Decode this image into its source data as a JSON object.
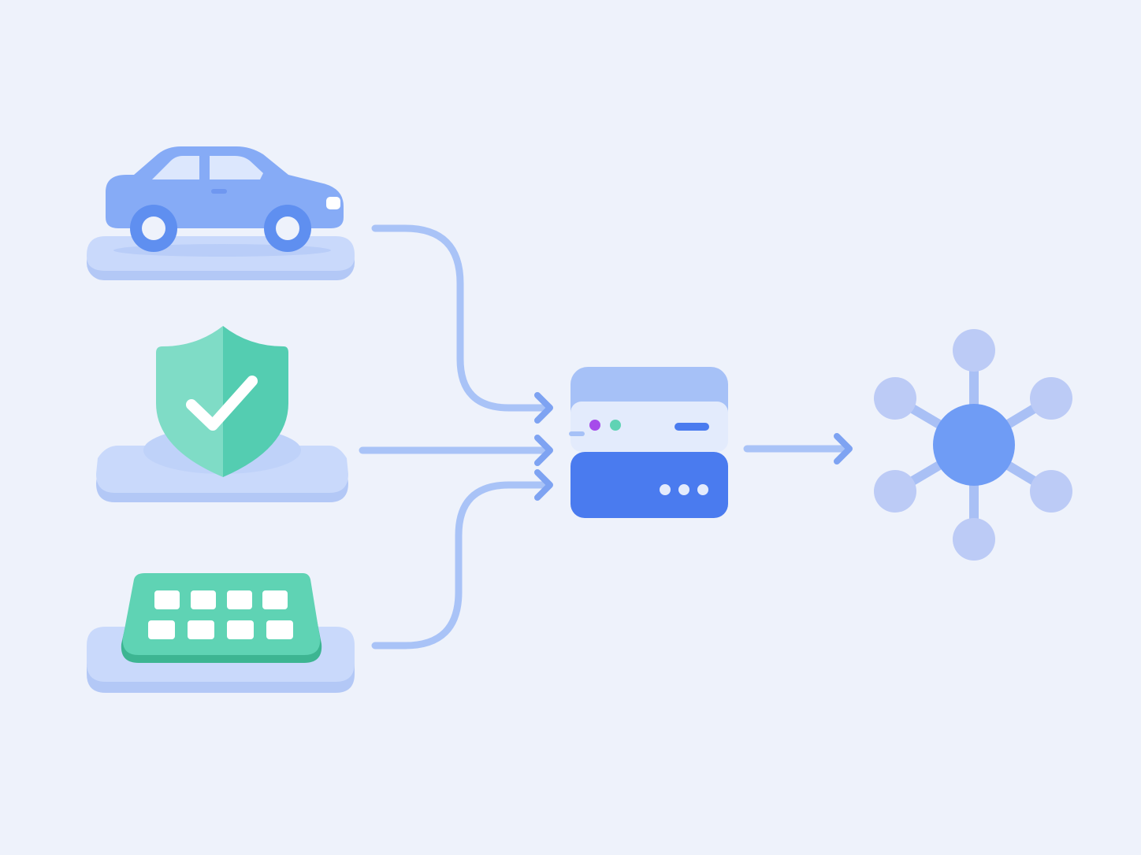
{
  "diagram": {
    "sources": [
      {
        "id": "car",
        "icon": "car-icon"
      },
      {
        "id": "shield",
        "icon": "shield-check-icon"
      },
      {
        "id": "keypad",
        "icon": "keypad-icon"
      }
    ],
    "hub": {
      "icon": "server-icon"
    },
    "target": {
      "icon": "network-hub-icon",
      "satellites": 6
    }
  },
  "colors": {
    "background": "#eef2fb",
    "platform": "#c9d9fb",
    "platform_shadow": "#b3c8f6",
    "car": "#86abf6",
    "car_wheel": "#5f8ff0",
    "shield_light": "#7fdcc6",
    "shield_dark": "#54cdb1",
    "keypad": "#5fd3b4",
    "keypad_dark": "#3db592",
    "connector": "#a9c3f7",
    "arrow": "#7ea3f2",
    "server_top": "#a6c1f7",
    "server_mid": "#e3ebfc",
    "server_bottom": "#4a7bef",
    "led_purple": "#a64bea",
    "led_teal": "#5fd3b4",
    "hub_center": "#6f9cf5",
    "hub_satellite": "#bccbf6",
    "hub_link": "#a9c0f5"
  }
}
